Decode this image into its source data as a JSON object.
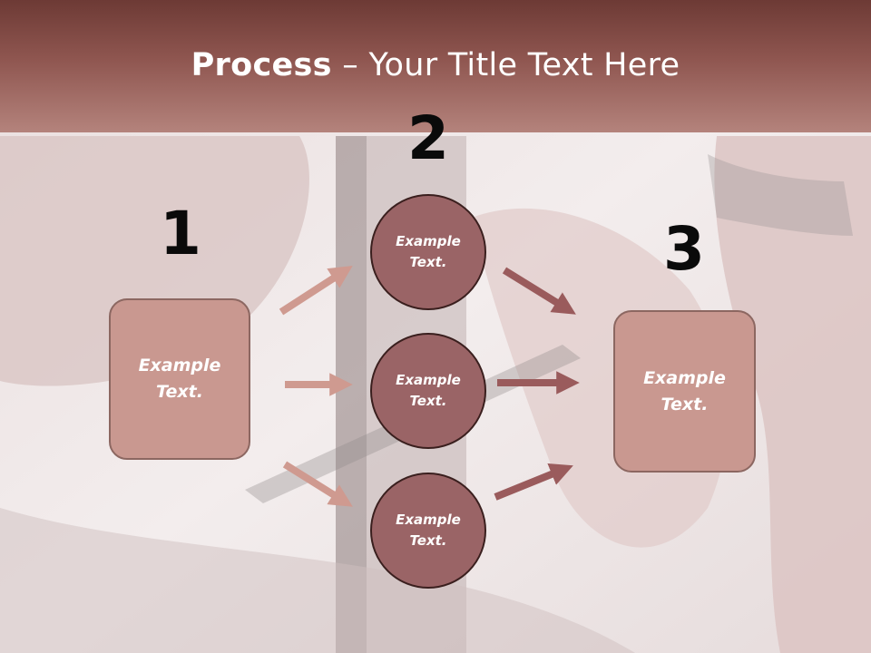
{
  "title": {
    "bold": "Process",
    "rest": " – Your Title Text Here"
  },
  "steps": [
    {
      "number": "1",
      "label_line1": "Example",
      "label_line2": "Text."
    },
    {
      "number": "2"
    },
    {
      "number": "3",
      "label_line1": "Example",
      "label_line2": "Text."
    }
  ],
  "circles": [
    {
      "label_line1": "Example",
      "label_line2": "Text."
    },
    {
      "label_line1": "Example",
      "label_line2": "Text."
    },
    {
      "label_line1": "Example",
      "label_line2": "Text."
    }
  ],
  "colors": {
    "header_dark": "#6d3a35",
    "box_fill": "#c99890",
    "circle_fill": "#9a6466",
    "arrow_light": "#cf9a90",
    "arrow_dark": "#9a5b5c"
  }
}
